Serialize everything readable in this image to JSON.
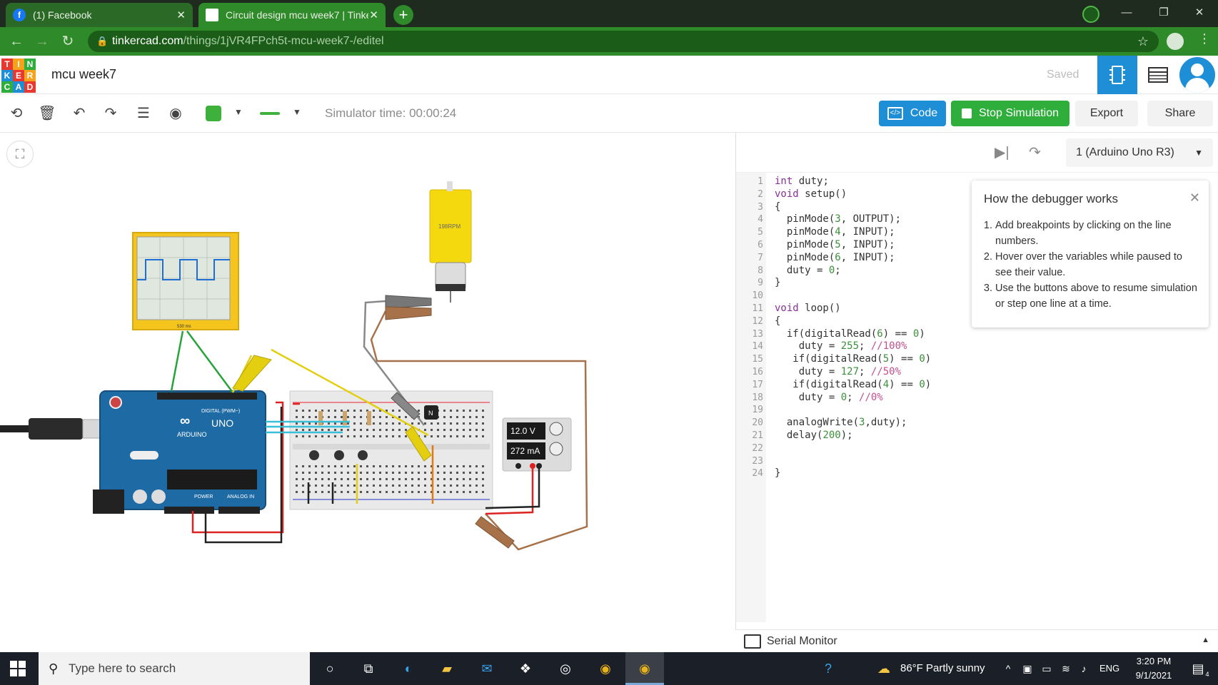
{
  "browser": {
    "tabs": [
      {
        "title": "(1) Facebook",
        "favicon": "f"
      },
      {
        "title": "Circuit design mcu week7 | Tinke",
        "favicon": ""
      }
    ],
    "new_tab": "+",
    "url_host": "tinkercad.com",
    "url_path": "/things/1jVR4FPch5t-mcu-week7-/editel"
  },
  "app": {
    "logo_letters": [
      "T",
      "I",
      "N",
      "K",
      "E",
      "R",
      "C",
      "A",
      "D"
    ],
    "logo_colors": [
      "#e8382f",
      "#f7a21b",
      "#2fae3c",
      "#1e8fd6",
      "#e8382f",
      "#f7a21b",
      "#2fae3c",
      "#1e8fd6",
      "#e8382f"
    ],
    "title": "mcu week7",
    "saved_label": "Saved"
  },
  "toolbar": {
    "simulator_time": "Simulator time: 00:00:24",
    "code_label": "Code",
    "stop_label": "Stop Simulation",
    "export_label": "Export",
    "share_label": "Share"
  },
  "canvas": {
    "motor_label": "198RPM",
    "supply_voltage": "12.0 V",
    "supply_current": "272 mA",
    "transistor_label": "N",
    "arduino_brand": "ARDUINO",
    "arduino_model": "UNO",
    "header_digital": "DIGITAL (PWM~)",
    "header_power": "POWER",
    "header_analog": "ANALOG IN",
    "scope_label": "530 ms"
  },
  "code_panel": {
    "device": "1 (Arduino Uno R3)",
    "lines": [
      {
        "n": "1",
        "code": "int duty;"
      },
      {
        "n": "2",
        "code": "void setup()"
      },
      {
        "n": "3",
        "code": "{"
      },
      {
        "n": "4",
        "code": "  pinMode(3, OUTPUT);"
      },
      {
        "n": "5",
        "code": "  pinMode(4, INPUT);"
      },
      {
        "n": "6",
        "code": "  pinMode(5, INPUT);"
      },
      {
        "n": "7",
        "code": "  pinMode(6, INPUT);"
      },
      {
        "n": "8",
        "code": "  duty = 0;"
      },
      {
        "n": "9",
        "code": "}"
      },
      {
        "n": "10",
        "code": ""
      },
      {
        "n": "11",
        "code": "void loop()"
      },
      {
        "n": "12",
        "code": "{"
      },
      {
        "n": "13",
        "code": "  if(digitalRead(6) == 0)"
      },
      {
        "n": "14",
        "code": "    duty = 255; //100%"
      },
      {
        "n": "15",
        "code": "   if(digitalRead(5) == 0)"
      },
      {
        "n": "16",
        "code": "    duty = 127; //50%"
      },
      {
        "n": "17",
        "code": "   if(digitalRead(4) == 0)"
      },
      {
        "n": "18",
        "code": "    duty = 0; //0%"
      },
      {
        "n": "19",
        "code": ""
      },
      {
        "n": "20",
        "code": "  analogWrite(3,duty);"
      },
      {
        "n": "21",
        "code": "  delay(200);"
      },
      {
        "n": "22",
        "code": ""
      },
      {
        "n": "23",
        "code": ""
      },
      {
        "n": "24",
        "code": "}"
      }
    ],
    "debugger": {
      "title": "How the debugger works",
      "steps": [
        "Add breakpoints by clicking on the line numbers.",
        "Hover over the variables while paused to see their value.",
        "Use the buttons above to resume simulation or step one line at a time."
      ]
    },
    "serial_monitor": "Serial Monitor"
  },
  "taskbar": {
    "search_placeholder": "Type here to search",
    "weather": "86°F Partly sunny",
    "language": "ENG",
    "time": "3:20 PM",
    "date": "9/1/2021",
    "notifications": "4"
  }
}
